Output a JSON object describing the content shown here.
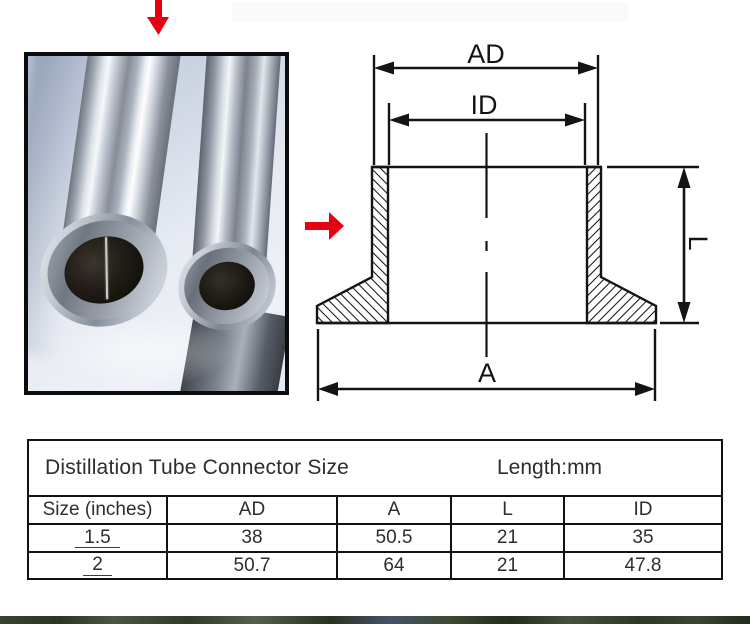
{
  "accent_color": "#e60012",
  "diagram": {
    "stroke_color": "#141414",
    "labels": {
      "top_width": "AD",
      "inner_width": "ID",
      "bottom_width": "A",
      "height": "L"
    }
  },
  "spec_table": {
    "title": "Distillation Tube Connector Size",
    "unit_note": "Length:mm",
    "columns": [
      "Size (inches)",
      "AD",
      "A",
      "L",
      "ID"
    ],
    "rows": [
      [
        "1.5",
        "38",
        "50.5",
        "21",
        "35"
      ],
      [
        "2",
        "50.7",
        "64",
        "21",
        "47.8"
      ]
    ]
  }
}
